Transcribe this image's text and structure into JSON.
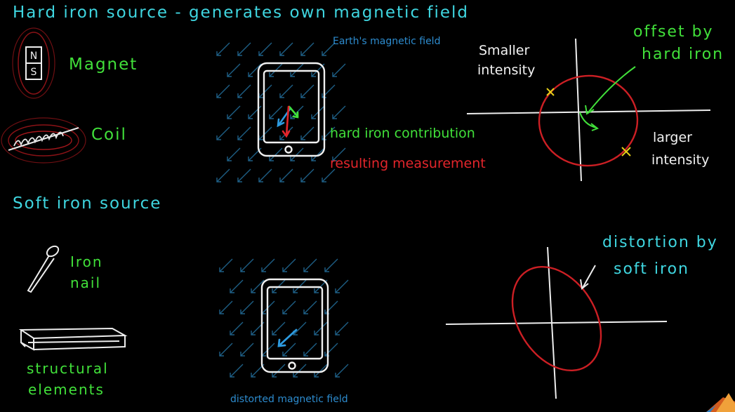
{
  "title": "Hard iron source - generates own magnetic field",
  "hard": {
    "magnet_icon_letters": [
      "N",
      "S"
    ],
    "magnet_label": "Magnet",
    "coil_label": "Coil",
    "earth_field_label": "Earth's magnetic field",
    "hard_contribution_label": "hard iron contribution",
    "resulting_label": "resulting measurement",
    "plot": {
      "offset_label_line1": "offset by",
      "offset_label_line2": "hard iron",
      "smaller_line1": "Smaller",
      "smaller_line2": "intensity",
      "larger_line1": "larger",
      "larger_line2": "intensity"
    }
  },
  "soft": {
    "heading": "Soft iron source",
    "nail_line1": "Iron",
    "nail_line2": "nail",
    "struct_line1": "structural",
    "struct_line2": "elements",
    "distorted_label": "distorted magnetic field",
    "plot": {
      "distortion_line1": "distortion by",
      "distortion_line2": "soft iron"
    }
  },
  "colors": {
    "heading": "#3fd6e0",
    "label": "#41e03a",
    "measurement": "#e3252b",
    "field": "#2d8ccf",
    "ellipse": "#cc1f24",
    "marker": "#e8d21a"
  }
}
